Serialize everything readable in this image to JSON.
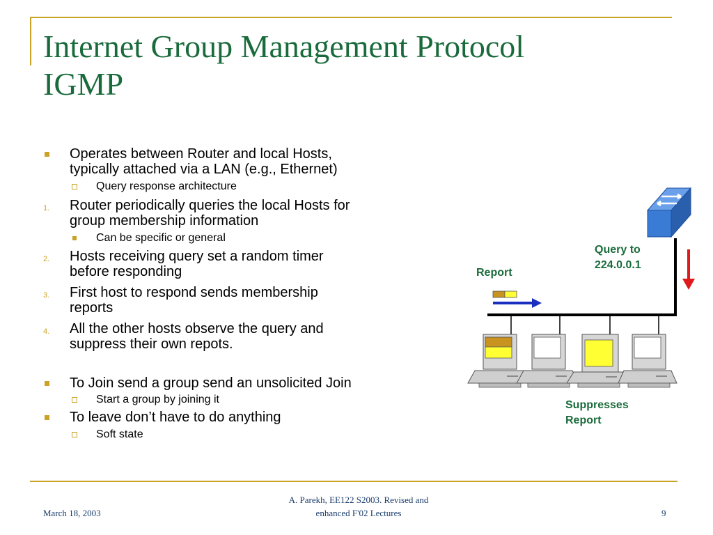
{
  "slide": {
    "title_line1": "Internet Group Management Protocol",
    "title_line2": "IGMP"
  },
  "bullets": [
    {
      "kind": "square",
      "text_line1": "Operates between Router and local Hosts,",
      "text_line2": "typically attached via a LAN (e.g., Ethernet)"
    },
    {
      "kind": "hollow-sub",
      "text": "Query response architecture"
    },
    {
      "kind": "num",
      "num": "1.",
      "text_line1": "Router periodically queries the local Hosts for",
      "text_line2": "group membership information"
    },
    {
      "kind": "square-sub",
      "text": "Can be specific or general"
    },
    {
      "kind": "num",
      "num": "2.",
      "text_line1": "Hosts receiving query set a random timer",
      "text_line2": "before responding"
    },
    {
      "kind": "num",
      "num": "3.",
      "text_line1": "First host to respond sends membership",
      "text_line2": "reports"
    },
    {
      "kind": "num",
      "num": "4.",
      "text_line1": "All the other hosts observe the query and",
      "text_line2": "suppress their own repots."
    },
    {
      "kind": "square",
      "text_line1": "To Join send a group send an unsolicited Join",
      "text_line2": ""
    },
    {
      "kind": "hollow-sub",
      "text": "Start a group by joining it"
    },
    {
      "kind": "square",
      "text_line1": "To leave don’t have to do anything",
      "text_line2": ""
    },
    {
      "kind": "hollow-sub",
      "text": "Soft state"
    }
  ],
  "diagram": {
    "report_label": "Report",
    "query_label_line1": "Query to",
    "query_label_line2": "224.0.0.1",
    "suppress_label_line1": "Suppresses",
    "suppress_label_line2": "Report"
  },
  "footer": {
    "date": "March 18, 2003",
    "center_line1": "A. Parekh, EE122 S2003. Revised and",
    "center_line2": "enhanced  F'02 Lectures",
    "page": "9"
  },
  "colors": {
    "title": "#1a6b3c",
    "accent": "#c9a227",
    "label_green": "#1a6b3c",
    "router_blue": "#3a7bd5",
    "arrow_red": "#e0191a",
    "arrow_blue": "#1a2fc0",
    "highlight_yellow": "#ffff33"
  }
}
